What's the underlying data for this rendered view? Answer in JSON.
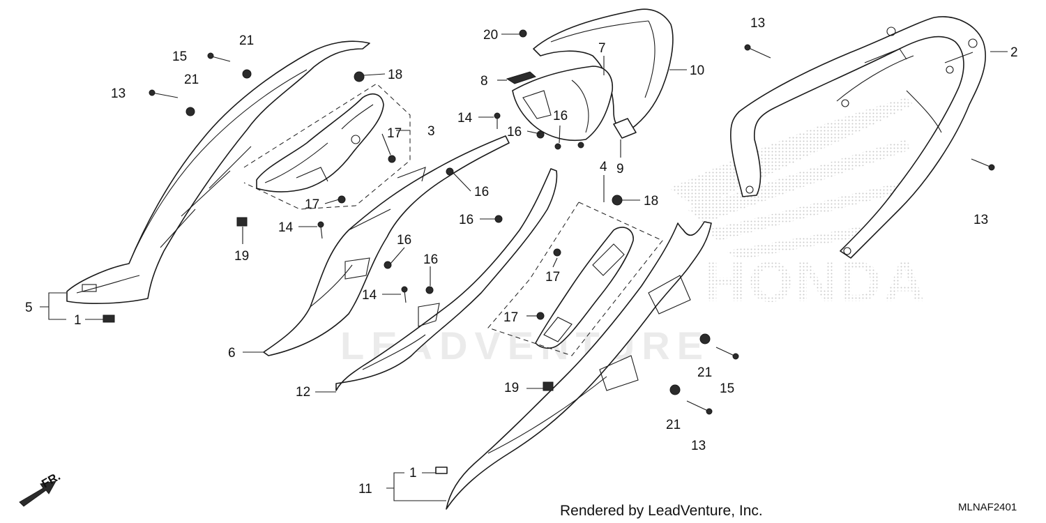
{
  "watermark_text": "LEADVENTURE",
  "logo_text": "HONDA",
  "front_marker": "FR.",
  "footer_text": "Rendered by LeadVenture, Inc.",
  "diagram_code": "MLNAF2401",
  "callouts": {
    "c1a": "1",
    "c1b": "1",
    "c2": "2",
    "c3": "3",
    "c4": "4",
    "c5": "5",
    "c6": "6",
    "c7": "7",
    "c8": "8",
    "c9": "9",
    "c10": "10",
    "c11": "11",
    "c12": "12",
    "c13a": "13",
    "c13b": "13",
    "c13c": "13",
    "c13d": "13",
    "c14a": "14",
    "c14b": "14",
    "c14c": "14",
    "c15a": "15",
    "c15b": "15",
    "c16a": "16",
    "c16b": "16",
    "c16c": "16",
    "c16d": "16",
    "c16e": "16",
    "c16f": "16",
    "c17a": "17",
    "c17b": "17",
    "c17c": "17",
    "c17d": "17",
    "c18a": "18",
    "c18b": "18",
    "c19a": "19",
    "c19b": "19",
    "c20": "20",
    "c21a": "21",
    "c21b": "21",
    "c21c": "21",
    "c21d": "21"
  }
}
